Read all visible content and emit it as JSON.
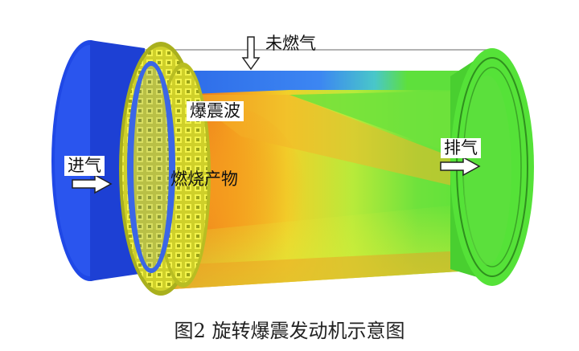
{
  "labels": {
    "unburned_gas": "未燃气",
    "detonation_wave": "爆震波",
    "combustion_products": "燃烧产物",
    "inlet": "进气",
    "exhaust": "排气"
  },
  "caption": "图2 旋转爆震发动机示意图",
  "colors": {
    "background": "#ffffff",
    "inlet_flange": "#1f48e6",
    "outlet_flange": "#55e238",
    "unburned_blue": "#3a78f0",
    "detonation_red": "#e8241a",
    "products_orange": "#f39a1e",
    "products_yellow": "#e9ef3a",
    "flow_green": "#5ee03c",
    "injector_ring": "#d8d82a"
  },
  "icons": {
    "inlet_arrow": "right-arrow-icon",
    "exhaust_arrow": "right-arrow-icon",
    "unburned_arrow": "down-arrow-icon"
  }
}
